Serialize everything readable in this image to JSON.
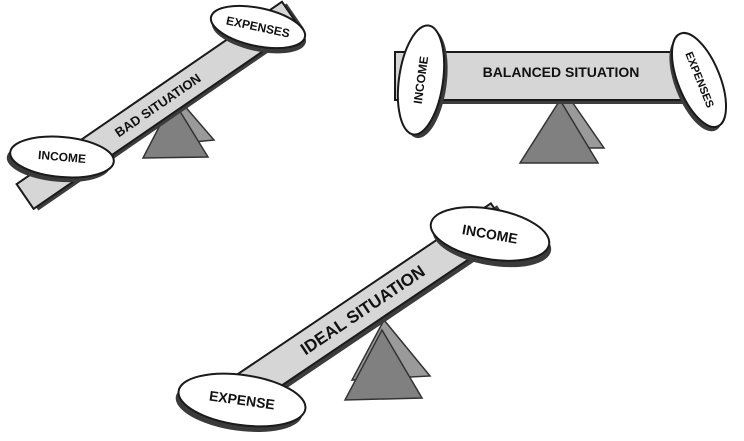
{
  "scales": [
    {
      "id": "bad",
      "title": "BAD SITUATION",
      "left_pan": "INCOME",
      "right_pan": "EXPENSES"
    },
    {
      "id": "balanced",
      "title": "BALANCED SITUATION",
      "left_pan": "INCOME",
      "right_pan": "EXPENSES"
    },
    {
      "id": "ideal",
      "title": "IDEAL SITUATION",
      "left_pan": "EXPENSE",
      "right_pan": "INCOME"
    }
  ],
  "colors": {
    "beam": "#d6d6d6",
    "pan": "#ffffff",
    "fulcrum": "#808080",
    "outline": "#1a1a1a"
  }
}
